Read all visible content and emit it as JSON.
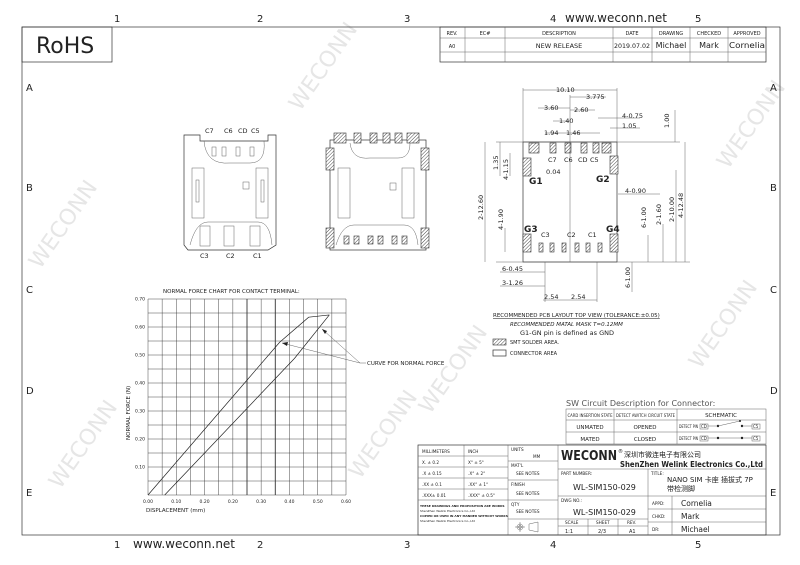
{
  "watermark": "WECONN",
  "website": "www.weconn.net",
  "column_numbers": [
    "1",
    "2",
    "3",
    "4",
    "5"
  ],
  "row_letters": [
    "A",
    "B",
    "C",
    "D",
    "E"
  ],
  "rohs": "RoHS",
  "revision_table": {
    "headers": [
      "REV.",
      "EC#",
      "DESCRIPTION",
      "DATE",
      "DRAWING",
      "CHECKED",
      "APPROVED"
    ],
    "rows": [
      [
        "A0",
        "",
        "NEW RELEASE",
        "2019.07.02",
        "Michael",
        "Mark",
        "Cornelia"
      ]
    ]
  },
  "connector_views": {
    "top_pins": [
      "C7",
      "C6",
      "CD",
      "C5"
    ],
    "bottom_pins": [
      "C3",
      "C2",
      "C1"
    ]
  },
  "pcb_layout": {
    "dimensions": [
      "10.10",
      "3.775",
      "3.60",
      "2.60",
      "4-0.75",
      "1.40",
      "1.05",
      "1.00",
      "1.94",
      "1.46",
      "0.04",
      "4-0.90",
      "1.35",
      "4-1.15",
      "2-12.60",
      "4-1.90",
      "6-1.00",
      "2-1.60",
      "2-10.00",
      "4-12.48",
      "6-0.45",
      "3-1.26",
      "6-1.00",
      "2.54",
      "2.54"
    ],
    "pads": [
      "G1",
      "G2",
      "G3",
      "G4"
    ],
    "top_pins": [
      "C7",
      "C6",
      "CD",
      "C5"
    ],
    "bottom_pins": [
      "C3",
      "C2",
      "C1"
    ],
    "caption": "RECOMMENDED PCB LAYOUT TOP VIEW (TOLERANCE:±0.05)",
    "mask_note": "RECOMMENDED MATAL MASK T=0.12MM",
    "gnd_note": "G1-GN pin is defined as GND",
    "legend": [
      "SMT SOLDER AREA.",
      "CONNECTOR AREA"
    ]
  },
  "chart_data": {
    "type": "line",
    "title": "NORMAL FORCE CHART FOR CONTACT TERMINAL:",
    "xlabel": "DISPLACEMENT (mm)",
    "ylabel": "NORMAL FORCE (N)",
    "x_tick_labels": [
      "0.00",
      "0.10",
      "0.20",
      "0.20",
      "0.30",
      "0.40",
      "0.50",
      "0.60"
    ],
    "y_tick_labels": [
      "0.10",
      "0.20",
      "0.30",
      "0.40",
      "0.50",
      "0.60",
      "0.70"
    ],
    "xlim": [
      0,
      0.7
    ],
    "ylim": [
      0,
      0.7
    ],
    "grid": true,
    "annotation": "CURVE FOR NORMAL FORCE",
    "series": [
      {
        "points": [
          [
            0,
            0
          ],
          [
            0.465,
            0.545
          ],
          [
            0.568,
            0.635
          ],
          [
            0.641,
            0.643
          ]
        ]
      },
      {
        "points": [
          [
            0.059,
            0
          ],
          [
            0.518,
            0.488
          ],
          [
            0.641,
            0.643
          ]
        ]
      }
    ]
  },
  "sw_circuit": {
    "title": "SW Circuit Description for Connector:",
    "headers": [
      "CARD INSERTION STATE",
      "DETECT AWITCH CIRCUIT STATE",
      "SCHEMATIC"
    ],
    "rows": [
      {
        "state": "UNMATED",
        "circuit": "OPENED",
        "pin": "DETECT PIN",
        "a": "CD",
        "b": "C5"
      },
      {
        "state": "MATED",
        "circuit": "CLOSED",
        "pin": "DETECT PIN",
        "a": "CD",
        "b": "C5"
      }
    ]
  },
  "title_block": {
    "tolerance_headers": [
      "MILLIMETERS",
      "INCH"
    ],
    "tolerances": [
      [
        "X. ± 0.2",
        "X° ± 5°"
      ],
      [
        ".X ± 0.15",
        ".X° ± 2°"
      ],
      [
        ".XX ± 0.1",
        ".XX° ± 1°"
      ],
      [
        ".XXX± 0.01",
        ".XXX° ± 0.5°"
      ]
    ],
    "notice": [
      "THESE DRAWINGS AND PROPOSITION ARE WORKS",
      "ShenZhen Welink Electronics Co.,Ltd",
      "COPIED OR USED IN ANY MANNER WITHOUT WORKS",
      "ShenZhen Welink Electronics Co.,Ltd"
    ],
    "units_label": "UNITS",
    "units": "MM",
    "matl_label": "MAT'L",
    "matl": "SEE NOTES",
    "finish_label": "FINISH",
    "finish": "SEE NOTES",
    "qty_label": "QTY",
    "qty": "SEE NOTES",
    "logo": "WECONN",
    "company_cn": "深圳市微连电子有限公司",
    "company_en": "ShenZhen Welink Electronics Co.,Ltd",
    "part_number_label": "PART NUMBER:",
    "part_number": "WL-SIM150-029",
    "title_label": "TITLE:",
    "title_line1": "NANO SIM 卡座 插拔式 7P",
    "title_line2": "带检测脚",
    "dwg_label": "DWG NO.:",
    "dwg_no": "WL-SIM150-029",
    "scale_label": "SCALE",
    "scale": "1:1",
    "sheet_label": "SHEET",
    "sheet": "2/3",
    "rev_label": "REV.",
    "rev": "A1",
    "appd_label": "APPD:",
    "appd": "Cornelia",
    "chkd_label": "CHKD:",
    "chkd": "Mark",
    "dr_label": "DR:",
    "dr": "Michael"
  }
}
